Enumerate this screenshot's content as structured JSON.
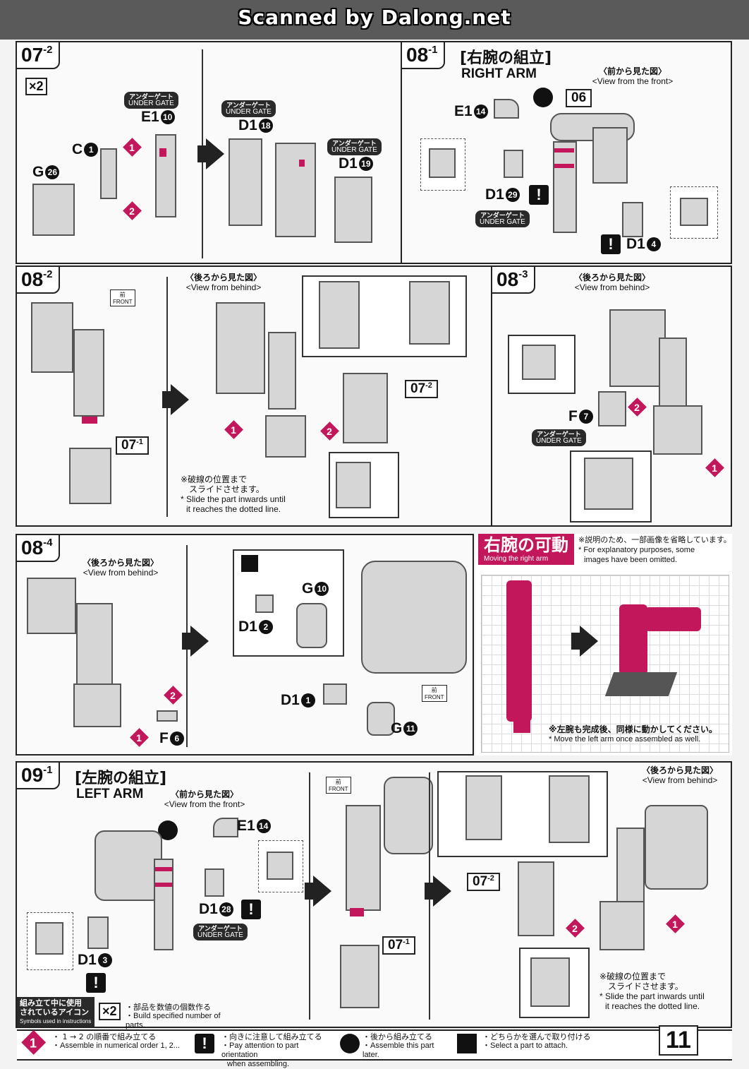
{
  "watermark": "Scanned by Dalong.net",
  "step_07_2": {
    "badge": "07",
    "badge_sub": "-2",
    "multiplier": "×2",
    "gate_e1": {
      "jp": "アンダーゲート",
      "en": "UNDER GATE"
    },
    "gate_d1a": {
      "jp": "アンダーゲート",
      "en": "UNDER GATE"
    },
    "gate_d1b": {
      "jp": "アンダーゲート",
      "en": "UNDER GATE"
    },
    "parts": {
      "e1": {
        "label": "E1",
        "num": "10"
      },
      "c": {
        "label": "C",
        "num": "1"
      },
      "g": {
        "label": "G",
        "num": "26"
      },
      "d1a": {
        "label": "D1",
        "num": "18"
      },
      "d1b": {
        "label": "D1",
        "num": "19"
      }
    },
    "steps": [
      "1",
      "2"
    ]
  },
  "step_08_1": {
    "badge": "08",
    "badge_sub": "-1",
    "title_jp": "[右腕の組立]",
    "title_en": "RIGHT ARM",
    "view_jp": "〈前から見た図〉",
    "view_en": "<View from the front>",
    "ref": "06",
    "gate": {
      "jp": "アンダーゲート",
      "en": "UNDER GATE"
    },
    "parts": {
      "e1": {
        "label": "E1",
        "num": "14"
      },
      "d1a": {
        "label": "D1",
        "num": "29"
      },
      "d1b": {
        "label": "D1",
        "num": "4"
      }
    },
    "warn": "!"
  },
  "step_08_2": {
    "badge": "08",
    "badge_sub": "-2",
    "front": "FRONT",
    "front_jp": "前",
    "view_jp": "〈後ろから見た図〉",
    "view_en": "<View from behind>",
    "ref_a": "07",
    "ref_a_sub": "-1",
    "ref_b": "07",
    "ref_b_sub": "-2",
    "steps": [
      "1",
      "2"
    ],
    "note_jp_1": "※破線の位置まで",
    "note_jp_2": "スライドさせます。",
    "note_en_1": "* Slide the part inwards until",
    "note_en_2": "it reaches the dotted line."
  },
  "step_08_3": {
    "badge": "08",
    "badge_sub": "-3",
    "view_jp": "〈後ろから見た図〉",
    "view_en": "<View from behind>",
    "part": {
      "label": "F",
      "num": "7"
    },
    "gate": {
      "jp": "アンダーゲート",
      "en": "UNDER GATE"
    },
    "steps": [
      "1",
      "2"
    ]
  },
  "step_08_4": {
    "badge": "08",
    "badge_sub": "-4",
    "view_jp": "〈後ろから見た図〉",
    "view_en": "<View from behind>",
    "front": "FRONT",
    "front_jp": "前",
    "parts": {
      "f": {
        "label": "F",
        "num": "6"
      },
      "g10": {
        "label": "G",
        "num": "10"
      },
      "d1_2": {
        "label": "D1",
        "num": "2"
      },
      "d1_1": {
        "label": "D1",
        "num": "1"
      },
      "g11": {
        "label": "G",
        "num": "11"
      }
    },
    "steps": [
      "1",
      "2"
    ]
  },
  "movable": {
    "title_jp": "右腕の可動",
    "title_en": "Moving the right arm",
    "note_jp": "※説明のため、一部画像を省略しています。",
    "note_en_1": "* For explanatory purposes, some",
    "note_en_2": "images have been omitted.",
    "bottom_jp": "※左腕も完成後、同様に動かしてください。",
    "bottom_en": "* Move the left arm once assembled as well."
  },
  "step_09_1": {
    "badge": "09",
    "badge_sub": "-1",
    "title_jp": "[左腕の組立]",
    "title_en": "LEFT ARM",
    "view_front_jp": "〈前から見た図〉",
    "view_front_en": "<View from the front>",
    "view_behind_jp": "〈後ろから見た図〉",
    "view_behind_en": "<View from behind>",
    "front": "FRONT",
    "front_jp": "前",
    "gate": {
      "jp": "アンダーゲート",
      "en": "UNDER GATE"
    },
    "parts": {
      "e1": {
        "label": "E1",
        "num": "14"
      },
      "d1a": {
        "label": "D1",
        "num": "28"
      },
      "d1b": {
        "label": "D1",
        "num": "3"
      }
    },
    "ref_a": "07",
    "ref_a_sub": "-1",
    "ref_b": "07",
    "ref_b_sub": "-2",
    "steps": [
      "1",
      "2"
    ],
    "warn": "!",
    "note_jp_1": "※破線の位置まで",
    "note_jp_2": "スライドさせます。",
    "note_en_1": "* Slide the part inwards until",
    "note_en_2": "it reaches the dotted line."
  },
  "legend": {
    "header_jp_1": "組み立て中に使用",
    "header_jp_2": "されているアイコン",
    "header_en": "Symbols used in instructions",
    "x2_icon": "×2",
    "x2_jp": "・部品を数値の個数作る",
    "x2_en": "・Build specified number of parts.",
    "order_icon": "1",
    "order_jp": "・ 1 → 2 の順番で組み立てる",
    "order_en": "・Assemble in numerical order 1, 2...",
    "warn_icon": "!",
    "warn_jp": "・向きに注意して組み立てる",
    "warn_en_1": "・Pay attention to part orientation",
    "warn_en_2": "when assembling.",
    "later_jp": "・後から組み立てる",
    "later_en": "・Assemble this part later.",
    "select_jp": "・どちらかを選んで取り付ける",
    "select_en": "・Select a part to attach.",
    "page": "11"
  }
}
